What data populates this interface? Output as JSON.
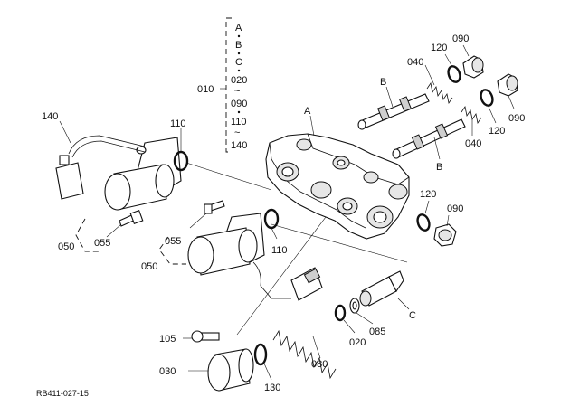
{
  "diagram": {
    "code": "RB411-027-15",
    "labels": {
      "l140a": "140",
      "l110a": "110",
      "l055a": "055",
      "l050a": "050",
      "l055b": "055",
      "l050b": "050",
      "l110b": "110",
      "l105": "105",
      "l030": "030",
      "l130": "130",
      "l080": "080",
      "l020": "020",
      "l085": "085",
      "lCbot": "C",
      "lA": "A",
      "lB1": "B",
      "lB2": "B",
      "l040a": "040",
      "l040b": "040",
      "l120a": "120",
      "l120b": "120",
      "l120c": "120",
      "l090a": "090",
      "l090b": "090",
      "l090c": "090",
      "l010": "010"
    },
    "stack": [
      "A",
      "B",
      "C",
      "020",
      "~",
      "090",
      "110",
      "~",
      "140"
    ]
  }
}
